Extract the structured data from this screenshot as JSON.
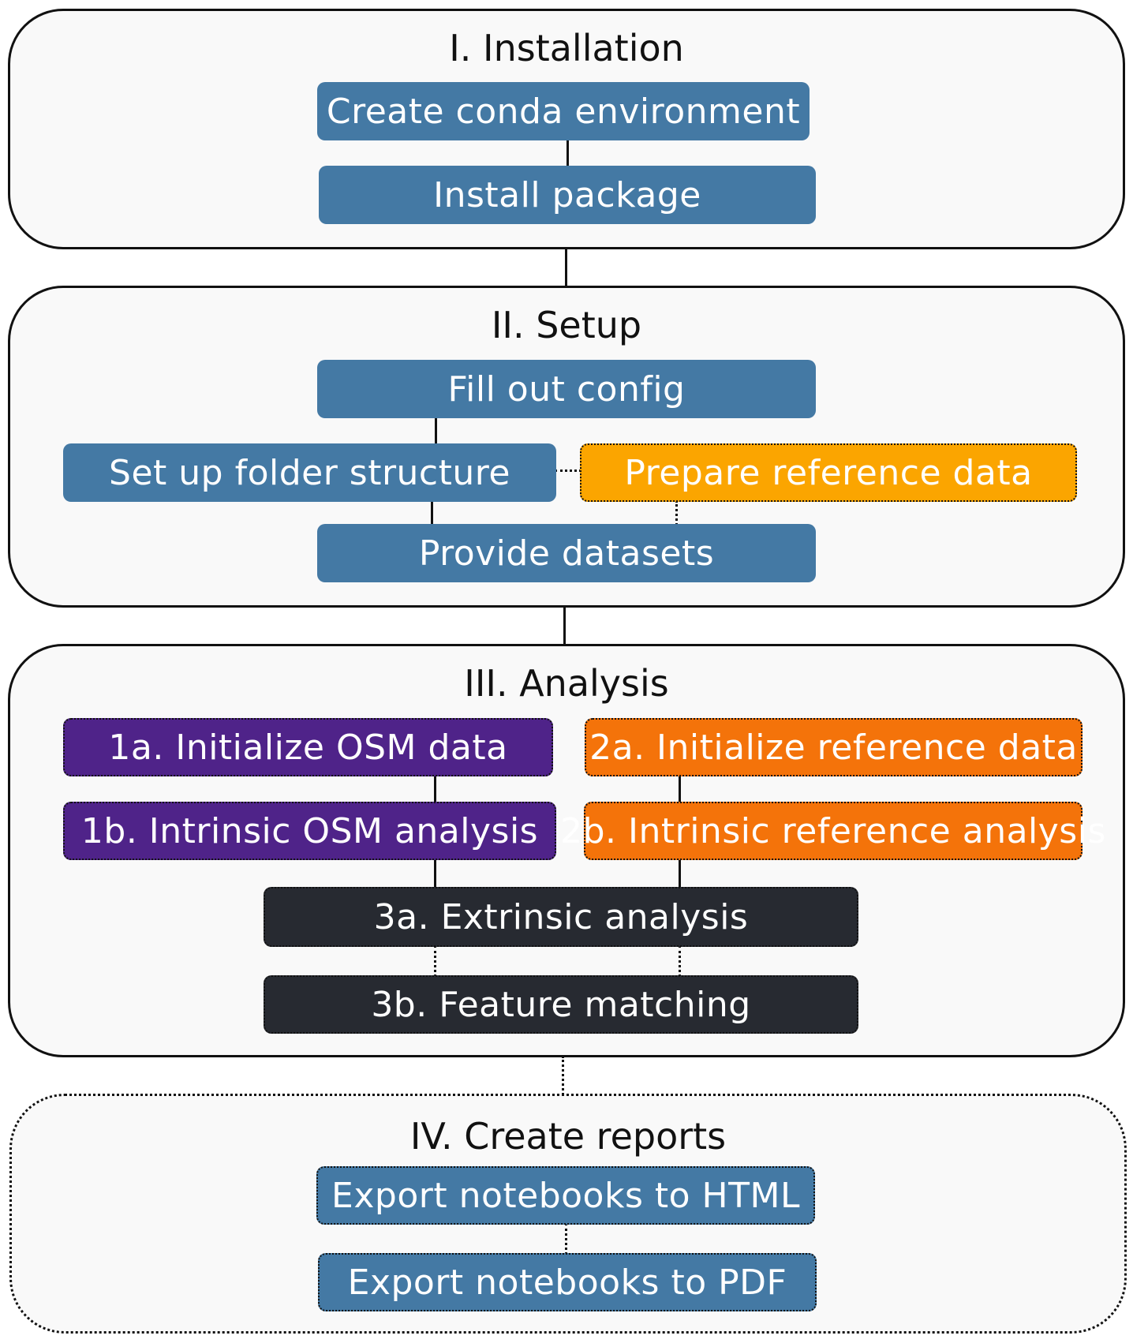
{
  "sections": {
    "installation": {
      "title": "I. Installation",
      "steps": [
        "Create conda environment",
        "Install package"
      ]
    },
    "setup": {
      "title": "II. Setup",
      "steps": [
        "Fill out config",
        "Set up folder structure",
        "Prepare reference data",
        "Provide datasets"
      ]
    },
    "analysis": {
      "title": "III. Analysis",
      "steps": [
        "1a. Initialize OSM data",
        "1b. Intrinsic OSM analysis",
        "2a. Initialize reference data",
        "2b. Intrinsic reference analysis",
        "3a. Extrinsic analysis",
        "3b. Feature matching"
      ]
    },
    "reports": {
      "title": "IV. Create reports",
      "steps": [
        "Export notebooks to HTML",
        "Export notebooks to PDF"
      ]
    }
  },
  "colors": {
    "step_blue": "#4479a4",
    "optional_yellow": "#fba500",
    "osm_purple": "#4f2389",
    "reference_orange": "#f4730a",
    "extrinsic_dark": "#272a31",
    "section_background": "#f9f9f9"
  }
}
